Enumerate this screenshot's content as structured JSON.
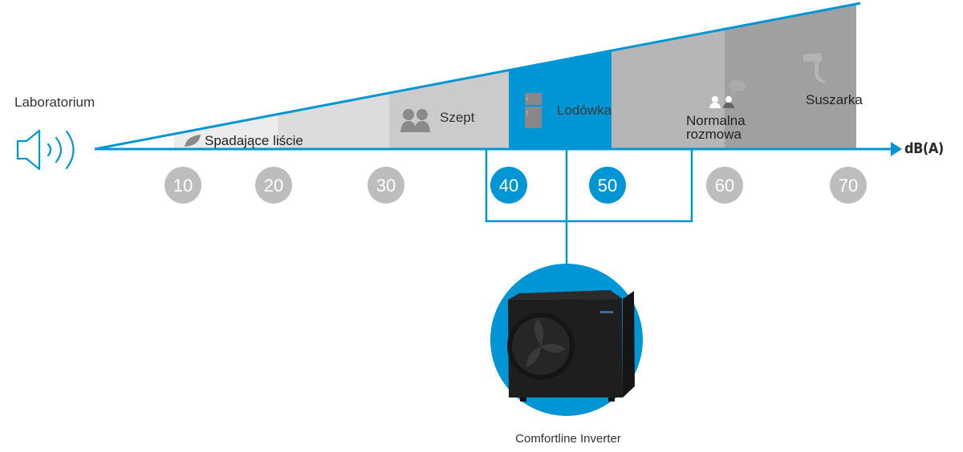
{
  "title_left": "Laboratorium",
  "axis_unit": "dB(A)",
  "colors": {
    "accent": "#0096d6",
    "circle_inactive": "#bdbdbd",
    "circle_text": "#ffffff",
    "segments": [
      "#ececec",
      "#dcdcdc",
      "#cbcbcb",
      "#0096d6",
      "#b6b6b6",
      "#a0a0a0"
    ]
  },
  "scale": {
    "ticks": [
      {
        "value": "10",
        "active": false
      },
      {
        "value": "20",
        "active": false
      },
      {
        "value": "30",
        "active": false
      },
      {
        "value": "40",
        "active": true
      },
      {
        "value": "50",
        "active": true
      },
      {
        "value": "60",
        "active": false
      },
      {
        "value": "70",
        "active": false
      }
    ]
  },
  "segments": [
    {
      "label": "Spadające liście",
      "icon": "leaf-icon"
    },
    {
      "label": "",
      "icon": ""
    },
    {
      "label": "Szept",
      "icon": "whisper-people-icon"
    },
    {
      "label": "Lodówka",
      "icon": "fridge-icon",
      "highlighted": true
    },
    {
      "label": "Normalna rozmowa",
      "label_lines": [
        "Normalna",
        "rozmowa"
      ],
      "icon": "conversation-icon"
    },
    {
      "label": "Suszarka",
      "icon": "hair-dryer-icon"
    }
  ],
  "highlight_range": {
    "from": 40,
    "to": 50
  },
  "product": {
    "name": "Comfortline Inverter",
    "icon": "heat-pump-icon"
  }
}
